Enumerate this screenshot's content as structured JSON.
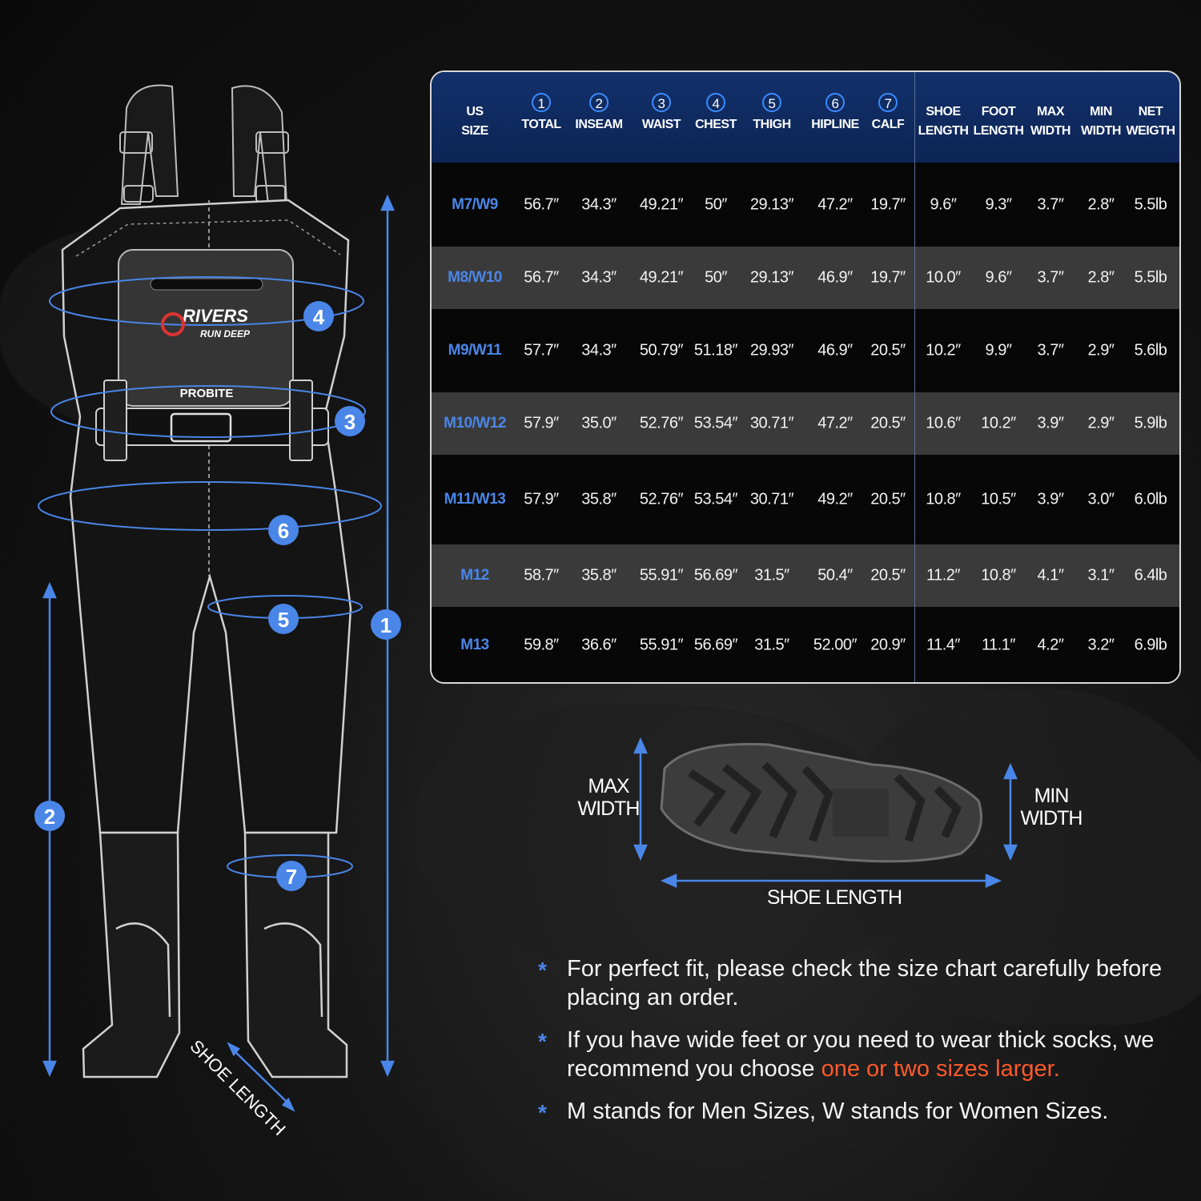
{
  "colors": {
    "accent_blue": "#4a86e8",
    "header_navy": "#0d2556",
    "highlight_orange": "#ff5a2c"
  },
  "diagram": {
    "brand_name": "RIVERS",
    "brand_tagline": "RUN DEEP",
    "model": "PROBITE",
    "markers": [
      "1",
      "2",
      "3",
      "4",
      "5",
      "6",
      "7"
    ],
    "shoe_length_label": "SHOE LENGTH"
  },
  "table": {
    "headers": [
      {
        "num": "",
        "line1": "US",
        "line2": "SIZE"
      },
      {
        "num": "1",
        "line1": "",
        "line2": "TOTAL"
      },
      {
        "num": "2",
        "line1": "",
        "line2": "INSEAM"
      },
      {
        "num": "3",
        "line1": "",
        "line2": "WAIST"
      },
      {
        "num": "4",
        "line1": "",
        "line2": "CHEST"
      },
      {
        "num": "5",
        "line1": "",
        "line2": "THIGH"
      },
      {
        "num": "6",
        "line1": "",
        "line2": "HIPLINE"
      },
      {
        "num": "7",
        "line1": "",
        "line2": "CALF"
      },
      {
        "num": "",
        "line1": "SHOE",
        "line2": "LENGTH"
      },
      {
        "num": "",
        "line1": "FOOT",
        "line2": "LENGTH"
      },
      {
        "num": "",
        "line1": "MAX",
        "line2": "WIDTH"
      },
      {
        "num": "",
        "line1": "MIN",
        "line2": "WIDTH"
      },
      {
        "num": "",
        "line1": "NET",
        "line2": "WEIGTH"
      }
    ],
    "rows": [
      [
        "M7/W9",
        "56.7″",
        "34.3″",
        "49.21″",
        "50″",
        "29.13″",
        "47.2″",
        "19.7″",
        "9.6″",
        "9.3″",
        "3.7″",
        "2.8″",
        "5.5lb"
      ],
      [
        "M8/W10",
        "56.7″",
        "34.3″",
        "49.21″",
        "50″",
        "29.13″",
        "46.9″",
        "19.7″",
        "10.0″",
        "9.6″",
        "3.7″",
        "2.8″",
        "5.5lb"
      ],
      [
        "M9/W11",
        "57.7″",
        "34.3″",
        "50.79″",
        "51.18″",
        "29.93″",
        "46.9″",
        "20.5″",
        "10.2″",
        "9.9″",
        "3.7″",
        "2.9″",
        "5.6lb"
      ],
      [
        "M10/W12",
        "57.9″",
        "35.0″",
        "52.76″",
        "53.54″",
        "30.71″",
        "47.2″",
        "20.5″",
        "10.6″",
        "10.2″",
        "3.9″",
        "2.9″",
        "5.9lb"
      ],
      [
        "M11/W13",
        "57.9″",
        "35.8″",
        "52.76″",
        "53.54″",
        "30.71″",
        "49.2″",
        "20.5″",
        "10.8″",
        "10.5″",
        "3.9″",
        "3.0″",
        "6.0lb"
      ],
      [
        "M12",
        "58.7″",
        "35.8″",
        "55.91″",
        "56.69″",
        "31.5″",
        "50.4″",
        "20.5″",
        "11.2″",
        "10.8″",
        "4.1″",
        "3.1″",
        "6.4lb"
      ],
      [
        "M13",
        "59.8″",
        "36.6″",
        "55.91″",
        "56.69″",
        "31.5″",
        "52.00″",
        "20.9″",
        "11.4″",
        "11.1″",
        "4.2″",
        "3.2″",
        "6.9lb"
      ]
    ]
  },
  "sole_diagram": {
    "max_width_label_1": "MAX",
    "max_width_label_2": "WIDTH",
    "min_width_label_1": "MIN",
    "min_width_label_2": "WIDTH",
    "shoe_length_label": "SHOE LENGTH"
  },
  "notes": {
    "note1": "For perfect fit, please check the size chart carefully before placing an order.",
    "note2_prefix": "If you have wide feet or you need to wear thick socks, we recommend you choose ",
    "note2_highlight": "one or two sizes larger.",
    "note3": "M stands for Men Sizes, W stands for Women Sizes."
  }
}
